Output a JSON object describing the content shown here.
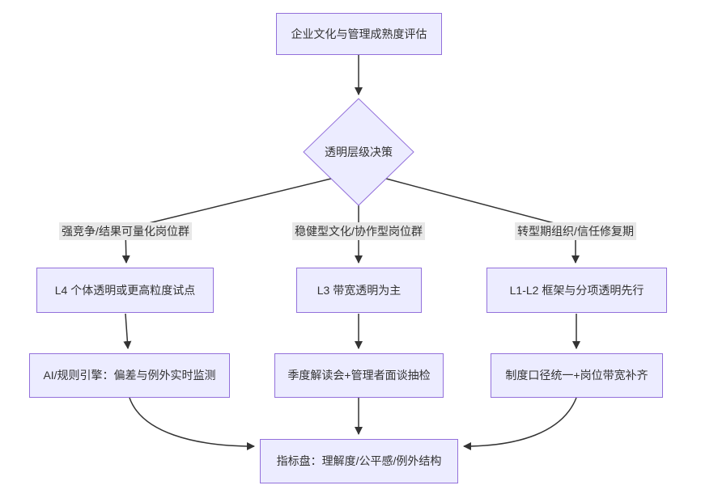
{
  "diagram": {
    "type": "flowchart",
    "nodes": {
      "assessment": {
        "label": "企业文化与管理成熟度评估"
      },
      "decision": {
        "label": "透明层级决策"
      },
      "l4_pilot": {
        "label": "L4 个体透明或更高粒度试点"
      },
      "l3_band": {
        "label": "L3 带宽透明为主"
      },
      "l1l2_framework": {
        "label": "L1-L2 框架与分项透明先行"
      },
      "ai_engine": {
        "label": "AI/规则引擎：偏差与例外实时监测"
      },
      "quarterly_review": {
        "label": "季度解读会+管理者面谈抽检"
      },
      "policy_unify": {
        "label": "制度口径统一+岗位带宽补齐"
      },
      "dashboard": {
        "label": "指标盘：理解度/公平感/例外结构"
      }
    },
    "edge_labels": {
      "competitive": "强竞争/结果可量化岗位群",
      "stable": "稳健型文化/协作型岗位群",
      "transition": "转型期组织/信任修复期"
    },
    "colors": {
      "node_fill": "#ECECFF",
      "node_border": "#9370DB",
      "edge_label_bg": "#e8e8e8",
      "edge_line": "#333333",
      "text": "#333333",
      "background": "#ffffff"
    }
  }
}
